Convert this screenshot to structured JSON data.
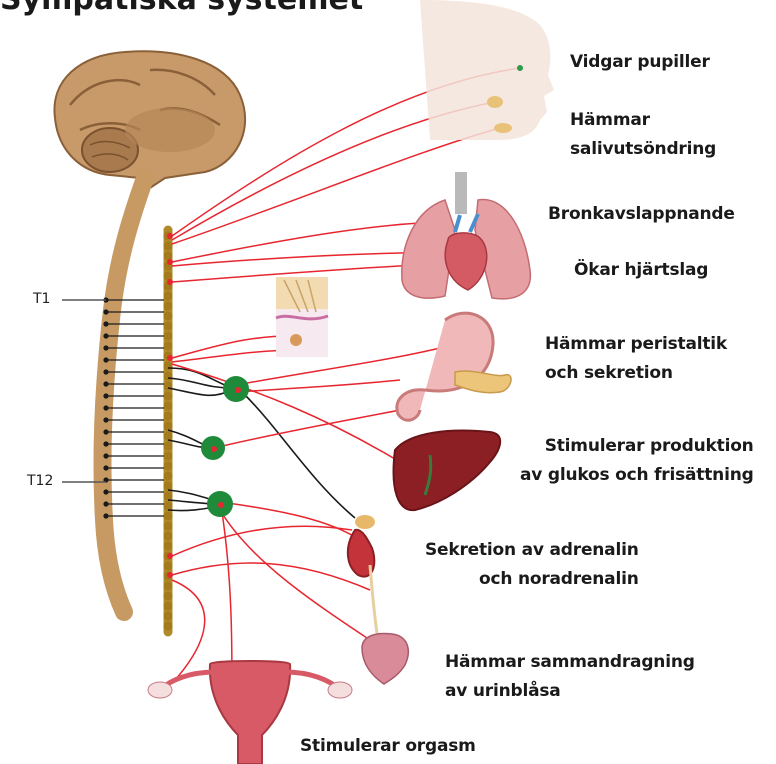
{
  "title": "Sympatiska systemet",
  "segments": {
    "t1": "T1",
    "t12": "T12"
  },
  "effects": [
    {
      "lines": [
        "Vidgar pupiller"
      ]
    },
    {
      "lines": [
        "Hämmar",
        "salivutsöndring"
      ]
    },
    {
      "lines": [
        "Bronkavslappnande"
      ]
    },
    {
      "lines": [
        "Ökar hjärtslag"
      ]
    },
    {
      "lines": [
        "Hämmar peristaltik",
        "och sekretion"
      ]
    },
    {
      "lines": [
        "Stimulerar produktion",
        "av glukos och frisättning"
      ]
    },
    {
      "lines": [
        "Sekretion av adrenalin",
        "och noradrenalin"
      ]
    },
    {
      "lines": [
        "Hämmar sammandragning",
        "av urinblåsa"
      ]
    },
    {
      "lines": [
        "Stimulerar orgasm"
      ]
    }
  ],
  "colors": {
    "nerve": "#e8262f",
    "connector": "#1a1a1a",
    "ganglion": "#1f8a3a",
    "chain": "#b08a2a",
    "spine": "#c79a64"
  },
  "icons": [
    "brain-icon",
    "face-icon",
    "lungs-heart-icon",
    "skin-icon",
    "stomach-icon",
    "liver-icon",
    "adrenal-kidney-icon",
    "bladder-icon",
    "uterus-icon"
  ]
}
